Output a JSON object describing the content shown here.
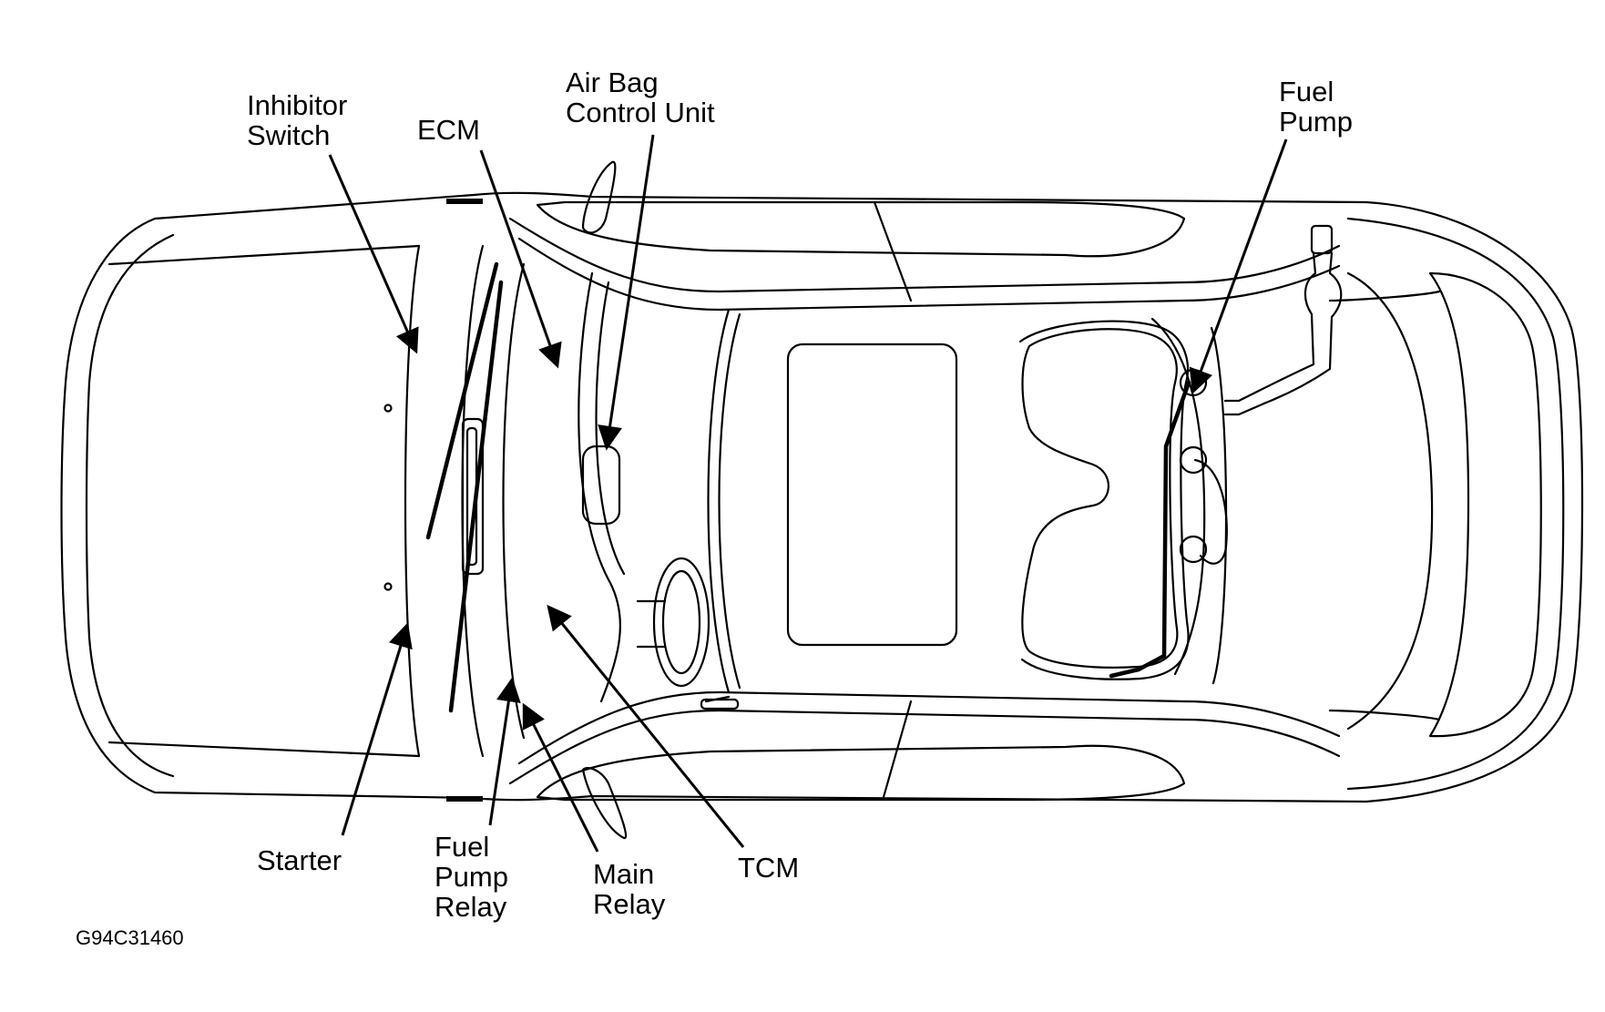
{
  "labels": {
    "inhibitor_switch": [
      "Inhibitor",
      "Switch"
    ],
    "ecm": [
      "ECM"
    ],
    "air_bag_control_unit": [
      "Air Bag",
      "Control Unit"
    ],
    "fuel_pump": [
      "Fuel",
      "Pump"
    ],
    "starter": [
      "Starter"
    ],
    "fuel_pump_relay": [
      "Fuel",
      "Pump",
      "Relay"
    ],
    "main_relay": [
      "Main",
      "Relay"
    ],
    "tcm": [
      "TCM"
    ]
  },
  "figure_code": "G94C31460"
}
